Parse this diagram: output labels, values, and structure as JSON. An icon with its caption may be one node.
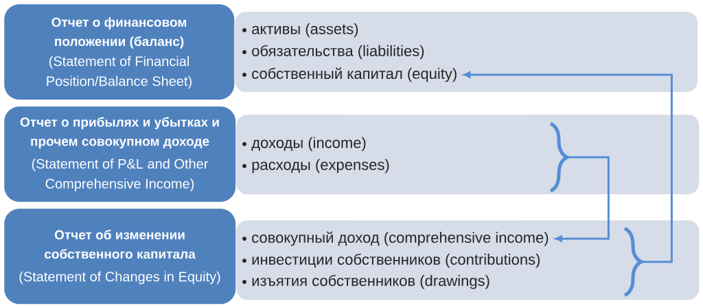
{
  "diagram": {
    "nodes": [
      {
        "text": [
          "Отчет о финансовом положении (баланс)",
          "(Statement of Financial Position/Balance Sheet)"
        ]
      },
      {
        "text": [],
        "shape": "box"
      },
      {
        "text": [
          "активы (assets)"
        ],
        "in": 1
      },
      {
        "text": [
          "обязательства (liabilities)"
        ],
        "in": 1
      },
      {
        "text": [
          "собственный капитал (equity)"
        ],
        "in": 1
      },
      {
        "text": [
          "Отчет о прибылях и убытках и прочем совокупном доходе",
          "(Statement of P&L and Other Comprehensive Income)"
        ]
      },
      {
        "text": [],
        "shape": "box"
      },
      {
        "text": [
          "доходы (income)"
        ],
        "in": 6
      },
      {
        "text": [
          "расходы (expenses)"
        ],
        "in": 6
      },
      {
        "text": [],
        "shape": "brace",
        "in": 6
      },
      {
        "text": [
          "Отчет об изменении собственного капитала",
          "(Statement of Changes in Equity)"
        ]
      },
      {
        "text": [],
        "shape": "box"
      },
      {
        "text": [
          "совокупный доход (comprehensive income)"
        ],
        "in": 11
      },
      {
        "text": [
          "инвестиции собственников (contributions)"
        ],
        "in": 11
      },
      {
        "text": [
          "изъятия собственников (drawings)"
        ],
        "in": 11
      },
      {
        "text": [],
        "shape": "brace",
        "in": 11
      }
    ],
    "edges": [
      {
        "from": 9,
        "to": 12,
        "arrow": "to"
      },
      {
        "from": 15,
        "to": 4,
        "arrow": "to"
      }
    ]
  }
}
